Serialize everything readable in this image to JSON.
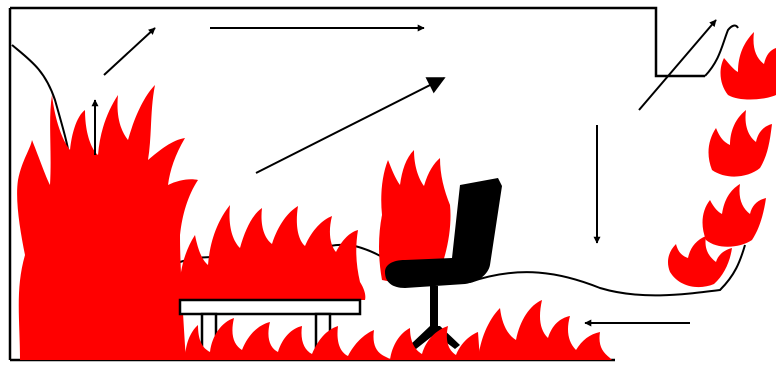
{
  "colors": {
    "fire": "#ff0000",
    "outline": "#000000",
    "background": "#ffffff"
  },
  "scene": {
    "elements": [
      "room-outline",
      "large-fire-left",
      "fire-on-table",
      "chair-fire",
      "office-chair",
      "coffee-table",
      "floor-fire",
      "fire-outside-window",
      "smoke-flow-arrows"
    ]
  }
}
